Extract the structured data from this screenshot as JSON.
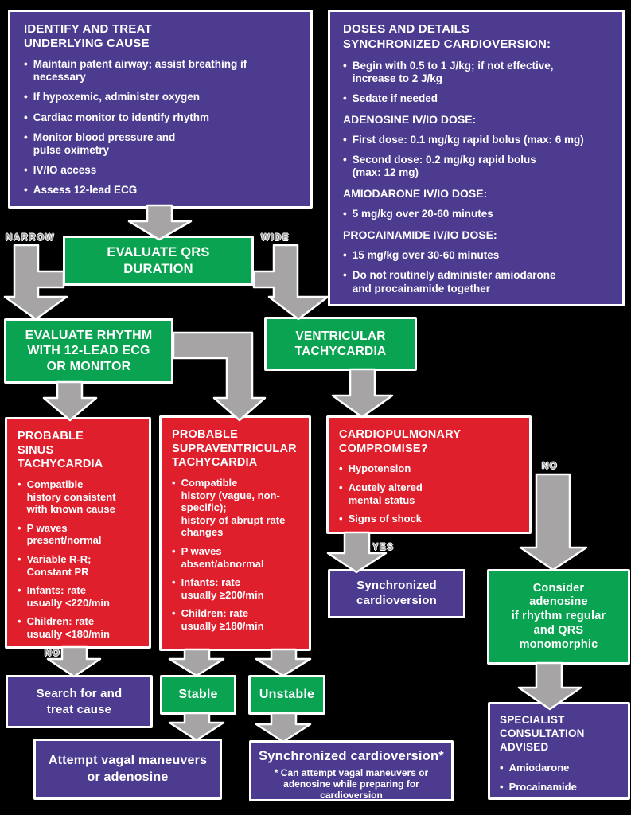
{
  "colors": {
    "background": "#000000",
    "purple": "#4c3b8f",
    "green": "#0aa351",
    "red": "#e01f2d",
    "arrow_gray": "#a6a4a5",
    "label_gray": "#9a989a",
    "text": "#ffffff"
  },
  "labels": {
    "narrow": "NARROW",
    "wide": "WIDE",
    "yes": "YES",
    "no_compromise": "NO",
    "no_sinus": "NO"
  },
  "boxes": {
    "identify": {
      "title": "IDENTIFY AND TREAT\nUNDERLYING CAUSE",
      "bullets": [
        "Maintain patent airway; assist breathing if\nnecessary",
        "If hypoxemic, administer oxygen",
        "Cardiac monitor to identify rhythm",
        "Monitor blood pressure and\npulse oximetry",
        "IV/IO access",
        "Assess 12-lead ECG"
      ]
    },
    "doses": {
      "title": "DOSES AND DETAILS\nSYNCHRONIZED CARDIOVERSION:",
      "items": [
        {
          "kind": "bullet",
          "text": "Begin with 0.5 to 1 J/kg; if not effective,\nincrease to 2 J/kg"
        },
        {
          "kind": "bullet",
          "text": "Sedate if needed"
        },
        {
          "kind": "heading",
          "text": "ADENOSINE IV/IO DOSE:"
        },
        {
          "kind": "bullet",
          "text": "First dose: 0.1 mg/kg rapid bolus (max: 6 mg)"
        },
        {
          "kind": "bullet",
          "text": "Second dose: 0.2 mg/kg rapid bolus\n(max: 12 mg)"
        },
        {
          "kind": "heading",
          "text": "AMIODARONE IV/IO DOSE:"
        },
        {
          "kind": "bullet",
          "text": "5 mg/kg over 20-60 minutes"
        },
        {
          "kind": "heading",
          "text": "PROCAINAMIDE IV/IO DOSE:"
        },
        {
          "kind": "bullet",
          "text": "15 mg/kg over 30-60 minutes"
        },
        {
          "kind": "bullet",
          "text": "Do not routinely administer amiodarone\nand procainamide together"
        }
      ]
    },
    "evaluate_qrs": {
      "title": "EVALUATE QRS\nDURATION"
    },
    "evaluate_rhythm": {
      "title": "EVALUATE RHYTHM\nWITH 12-LEAD ECG\nOR MONITOR"
    },
    "ventricular_tachycardia": {
      "title": "VENTRICULAR\nTACHYCARDIA"
    },
    "sinus": {
      "title": "PROBABLE\nSINUS\nTACHYCARDIA",
      "bullets": [
        "Compatible\nhistory consistent\nwith known cause",
        "P waves\npresent/normal",
        "Variable R-R;\nConstant PR",
        "Infants: rate\nusually <220/min",
        "Children: rate\nusually <180/min"
      ]
    },
    "svt": {
      "title": "PROBABLE\nSUPRAVENTRICULAR\nTACHYCARDIA",
      "bullets": [
        "Compatible\nhistory (vague, non-\nspecific);\nhistory of abrupt rate\nchanges",
        "P waves\nabsent/abnormal",
        "Infants: rate\nusually ≥200/min",
        "Children: rate\nusually ≥180/min"
      ]
    },
    "compromise": {
      "title": "CARDIOPULMONARY\nCOMPROMISE?",
      "bullets": [
        "Hypotension",
        "Acutely altered\nmental status",
        "Signs of shock"
      ]
    },
    "sync_cardioversion": {
      "title": "Synchronized\ncardioversion"
    },
    "consider_adenosine": {
      "title": "Consider\nadenosine\nif rhythm regular\nand QRS\nmonomorphic"
    },
    "search_treat": {
      "title": "Search for and\ntreat cause"
    },
    "stable": {
      "title": "Stable"
    },
    "unstable": {
      "title": "Unstable"
    },
    "attempt_vagal": {
      "title": "Attempt vagal maneuvers\nor adenosine"
    },
    "sync_cardioversion_2": {
      "title": "Synchronized cardioversion*",
      "footnote": "* Can attempt vagal maneuvers or\nadenosine while preparing for\ncardioversion"
    },
    "specialist": {
      "title": "SPECIALIST\nCONSULTATION\nADVISED",
      "bullets": [
        "Amiodarone",
        "Procainamide"
      ]
    }
  }
}
